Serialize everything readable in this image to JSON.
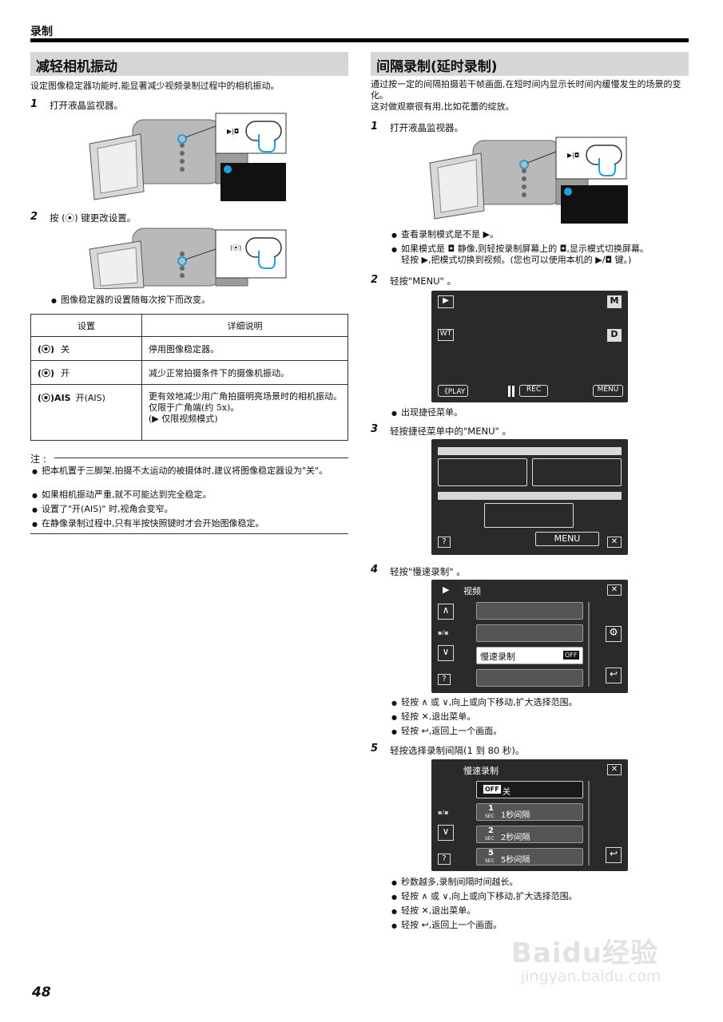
{
  "header": {
    "chapter": "录制",
    "page_number": "48"
  },
  "left": {
    "title": "减轻相机振动",
    "intro": "设定图像稳定器功能时,能显著减少视频录制过程中的相机振动。",
    "steps": [
      {
        "num": "1",
        "text": "打开液晶监视器。"
      },
      {
        "num": "2",
        "text": "按 (⦿) 键更改设置。"
      }
    ],
    "note_after_step2": "图像稳定器的设置随每次按下而改变。",
    "table": {
      "headers": [
        "设置",
        "详细说明"
      ],
      "rows": [
        {
          "icon": "(⦿)",
          "setting": "关",
          "desc": "停用图像稳定器。"
        },
        {
          "icon": "(⦿)",
          "setting": "开",
          "desc": "减少正常拍摄条件下的摄像机振动。"
        },
        {
          "icon": "(⦿)AIS",
          "setting": "开(AIS)",
          "desc": "更有效地减少用广角拍摄明亮场景时的相机振动。\n仅限于广角端(约 5x)。\n(▶ 仅限视频模式)"
        }
      ]
    },
    "notes_label": "注 :",
    "notes": [
      "把本机置于三脚架,拍摄不太运动的被摄体时,建议将图像稳定器设为\"关\"。",
      "如果相机振动严重,就不可能达到完全稳定。",
      "设置了\"开(AIS)\" 时,视角会变窄。",
      "在静像录制过程中,只有半按快照键时才会开始图像稳定。"
    ]
  },
  "right": {
    "title": "间隔录制(延时录制)",
    "intro1": "通过按一定的间隔拍摄若干帧画面,在短时间内显示长时间内缓慢发生的场景的变化。",
    "intro2": "这对做观察很有用,比如花蕾的绽放。",
    "step1": {
      "num": "1",
      "text": "打开液晶监视器。"
    },
    "step1_bullets": [
      "查看录制模式是不是 ▶。",
      "如果模式是 ◘ 静像,则轻按录制屏幕上的 ◘,显示模式切换屏幕。",
      "轻按 ▶,把模式切换到视频。(您也可以使用本机的 ▶/◘ 键。)"
    ],
    "step2": {
      "num": "2",
      "text": "轻按\"MENU\" 。"
    },
    "screen1": {
      "mode": "▶",
      "m": "M",
      "wt": "WT",
      "d": "D",
      "play": "《PLAY",
      "rec": "REC",
      "menu": "MENU"
    },
    "step2_bullets": [
      "出现捷径菜单。"
    ],
    "step3": {
      "num": "3",
      "text": "轻按捷径菜单中的\"MENU\" 。"
    },
    "screen2": {
      "help": "?",
      "menu": "MENU",
      "close": "✕"
    },
    "step4": {
      "num": "4",
      "text": "轻按\"慢速录制\" 。"
    },
    "screen3": {
      "title": "视频",
      "item": "慢速录制",
      "off": "OFF",
      "help": "?",
      "close": "✕",
      "back": "↩"
    },
    "step4_bullets": [
      "轻按 ∧ 或 ∨,向上或向下移动,扩大选择范围。",
      "轻按 ✕,退出菜单。",
      "轻按 ↩,返回上一个画面。"
    ],
    "step5": {
      "num": "5",
      "text": "轻按选择录制间隔(1 到 80 秒)。"
    },
    "screen4": {
      "title": "慢速录制",
      "items": [
        {
          "badge": "OFF",
          "label": "关"
        },
        {
          "badge": "1",
          "label": "1秒间隔"
        },
        {
          "badge": "2",
          "label": "2秒间隔"
        },
        {
          "badge": "5",
          "label": "5秒间隔"
        }
      ],
      "sec": "SEC",
      "help": "?",
      "close": "✕",
      "back": "↩"
    },
    "step5_bullets": [
      "秒数越多,录制间隔时间越长。",
      "轻按 ∧ 或 ∨,向上或向下移动,扩大选择范围。",
      "轻按 ✕,退出菜单。",
      "轻按 ↩,返回上一个画面。"
    ]
  },
  "watermark": {
    "line1": "Baidu经验",
    "line2": "jingyan.baidu.com"
  }
}
